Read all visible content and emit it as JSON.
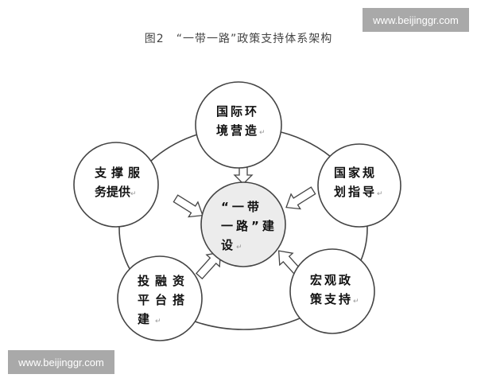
{
  "figure": {
    "title": "图2　“一带一路”政策支持体系架构"
  },
  "watermarks": {
    "top_right": "www.beijinggr.com",
    "bottom_left": "www.beijinggr.com"
  },
  "diagram": {
    "center": {
      "line1": "“一带",
      "line2": "一路”建",
      "line3": "设"
    },
    "nodes": [
      {
        "id": "top",
        "line1": "国际环",
        "line2": "境营造"
      },
      {
        "id": "right",
        "line1": "国家规",
        "line2": "划指导"
      },
      {
        "id": "bottom-right",
        "line1": "宏观政",
        "line2": "策支持"
      },
      {
        "id": "bottom-left",
        "line1": "投融资",
        "line2": "平台搭",
        "line3": "建"
      },
      {
        "id": "left",
        "line1": "支撑服",
        "line2": "务提供"
      }
    ],
    "return_mark": "↵",
    "colors": {
      "center_fill": "#ececec",
      "stroke": "#333333",
      "node_fill": "#ffffff"
    }
  }
}
